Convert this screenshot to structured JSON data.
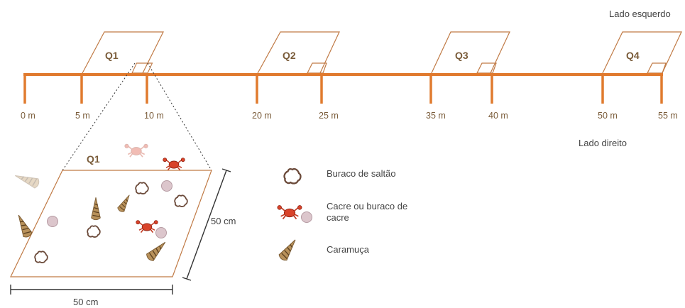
{
  "labels": {
    "left_side": "Lado esquerdo",
    "right_side": "Lado direito",
    "zoom_quadrat": "Q1",
    "width_label": "50 cm",
    "height_label": "50 cm"
  },
  "transect": {
    "ticks": [
      "0 m",
      "5 m",
      "10 m",
      "20 m",
      "25 m",
      "35 m",
      "40 m",
      "50 m",
      "55 m"
    ],
    "quadrats": [
      "Q1",
      "Q2",
      "Q3",
      "Q4"
    ]
  },
  "legend": [
    {
      "icon": "crab-burrow-icon",
      "label_lines": [
        "Buraco de saltão"
      ]
    },
    {
      "icon": "crab-icon",
      "label_lines": [
        "Cacre ou buraco de",
        "cacre"
      ]
    },
    {
      "icon": "snail-shell-icon",
      "label_lines": [
        "Caramuça"
      ]
    }
  ],
  "colors": {
    "transect": "#e07a2e",
    "text": "#444444",
    "accent_text": "#7a5c3a",
    "quadrat_outline": "#c07a45",
    "crab": "#d9432a",
    "shell": "#b08850",
    "circle": "#dcc6cc"
  }
}
